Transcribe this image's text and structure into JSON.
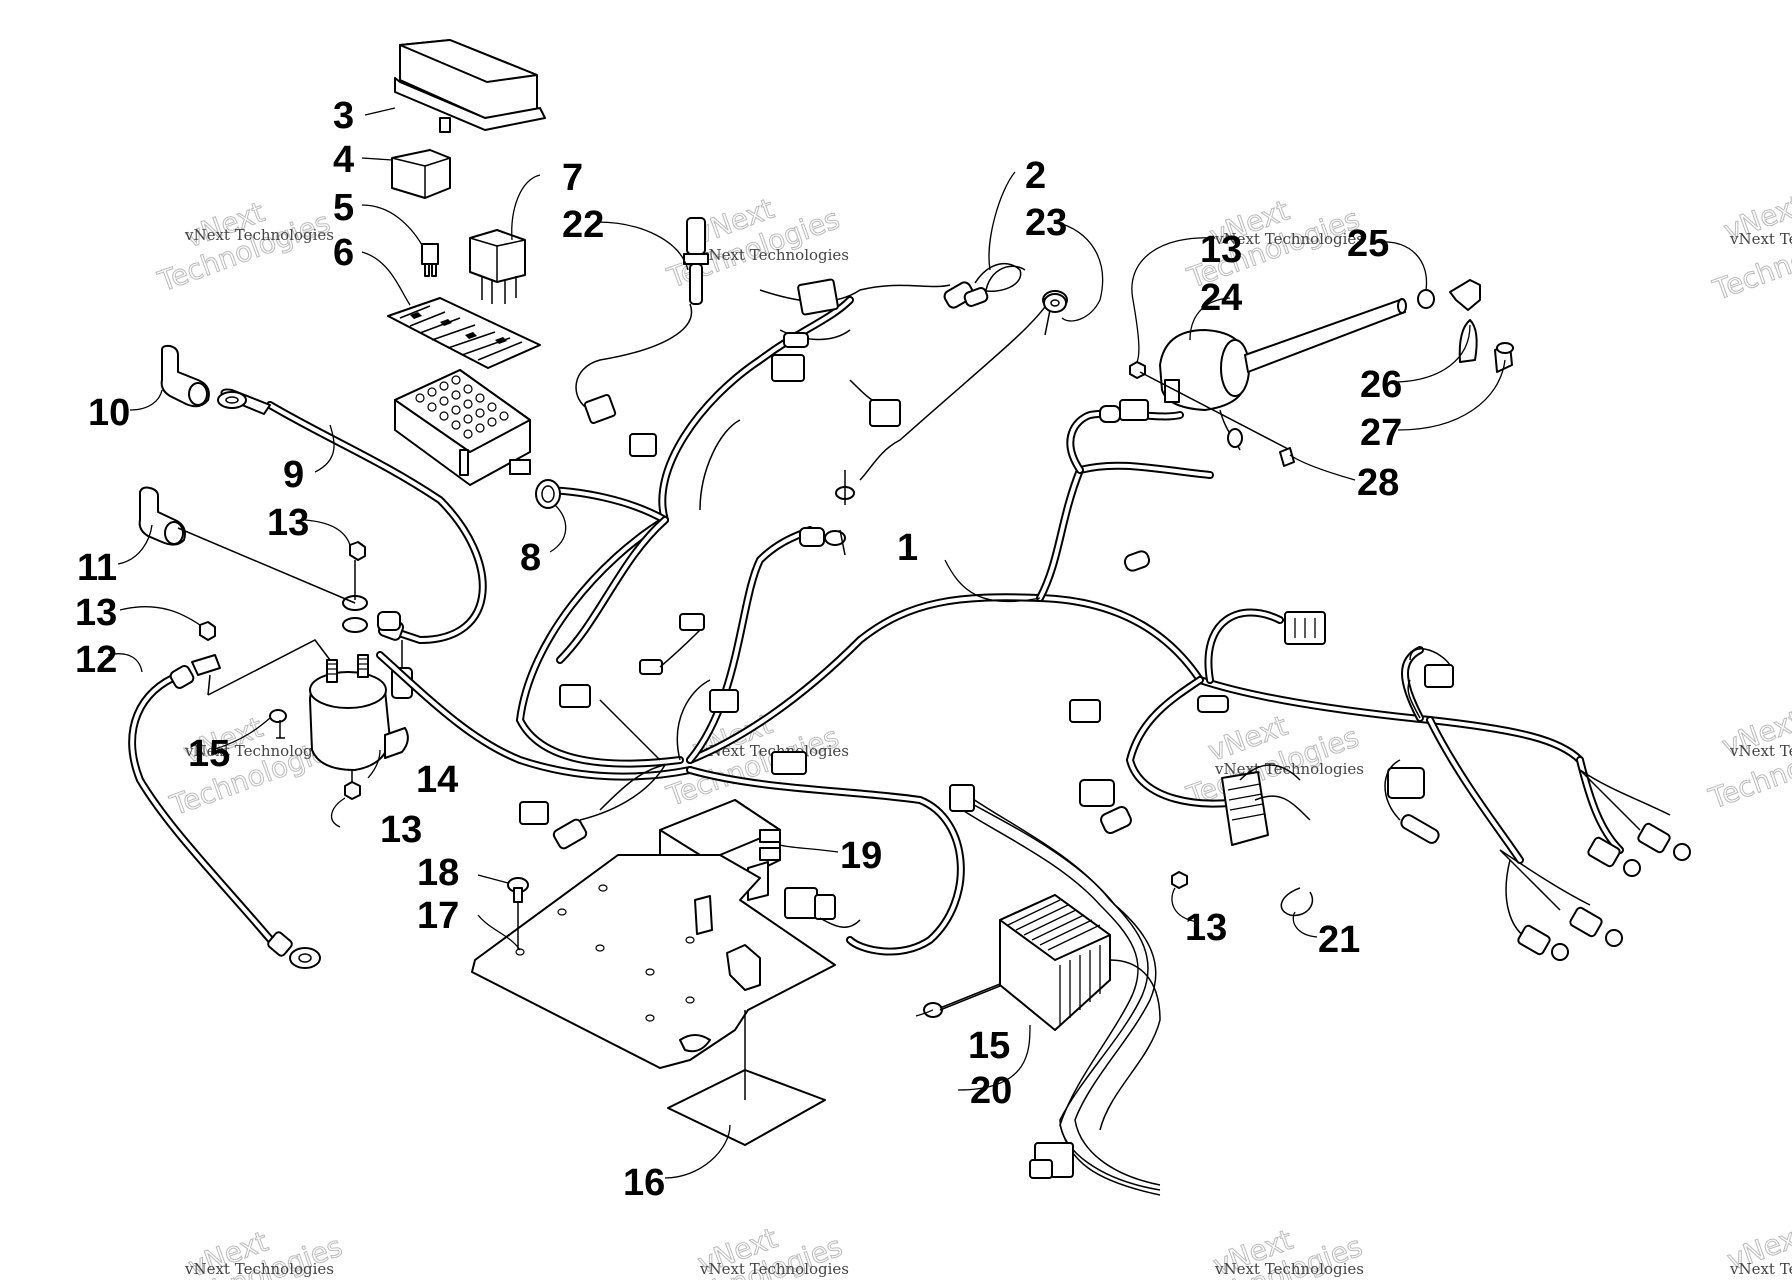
{
  "watermark": {
    "line1": "vNext Technologies",
    "line2": "vNext",
    "line3": "Technologies"
  },
  "callouts": [
    {
      "id": "c1",
      "label": "1"
    },
    {
      "id": "c2",
      "label": "2"
    },
    {
      "id": "c3",
      "label": "3"
    },
    {
      "id": "c4",
      "label": "4"
    },
    {
      "id": "c5",
      "label": "5"
    },
    {
      "id": "c6",
      "label": "6"
    },
    {
      "id": "c7",
      "label": "7"
    },
    {
      "id": "c8",
      "label": "8"
    },
    {
      "id": "c9",
      "label": "9"
    },
    {
      "id": "c10",
      "label": "10"
    },
    {
      "id": "c11",
      "label": "11"
    },
    {
      "id": "c12",
      "label": "12"
    },
    {
      "id": "c13a",
      "label": "13"
    },
    {
      "id": "c13b",
      "label": "13"
    },
    {
      "id": "c13c",
      "label": "13"
    },
    {
      "id": "c13d",
      "label": "13"
    },
    {
      "id": "c13e",
      "label": "13"
    },
    {
      "id": "c14",
      "label": "14"
    },
    {
      "id": "c15a",
      "label": "15"
    },
    {
      "id": "c15b",
      "label": "15"
    },
    {
      "id": "c16",
      "label": "16"
    },
    {
      "id": "c17",
      "label": "17"
    },
    {
      "id": "c18",
      "label": "18"
    },
    {
      "id": "c19",
      "label": "19"
    },
    {
      "id": "c20",
      "label": "20"
    },
    {
      "id": "c21",
      "label": "21"
    },
    {
      "id": "c22",
      "label": "22"
    },
    {
      "id": "c23",
      "label": "23"
    },
    {
      "id": "c24",
      "label": "24"
    },
    {
      "id": "c25",
      "label": "25"
    },
    {
      "id": "c26",
      "label": "26"
    },
    {
      "id": "c27",
      "label": "27"
    },
    {
      "id": "c28",
      "label": "28"
    }
  ]
}
